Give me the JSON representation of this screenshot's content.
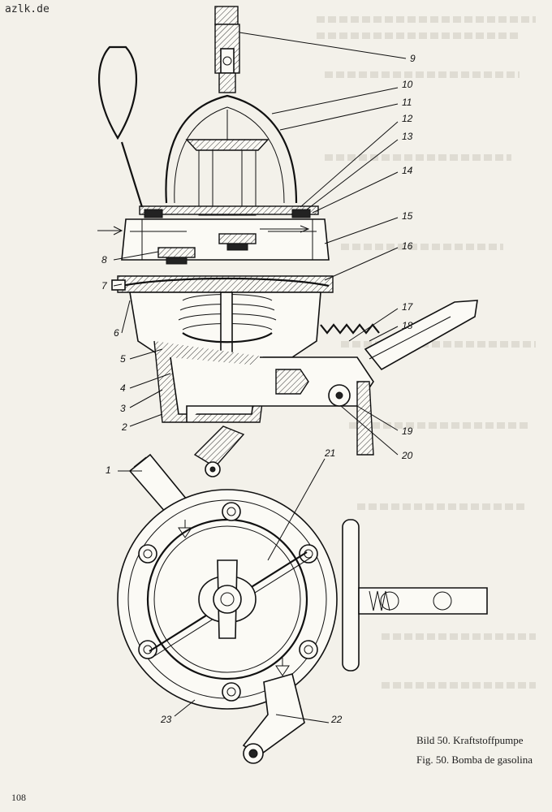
{
  "watermark": "azlk.de",
  "captions": {
    "de": "Bild 50. Kraftstoffpumpe",
    "es": "Fig. 50. Bomba de gasolina"
  },
  "page_number": "108",
  "labels": {
    "n9": "9",
    "n10": "10",
    "n11": "11",
    "n12": "12",
    "n13": "13",
    "n14": "14",
    "n15": "15",
    "n16": "16",
    "n17": "17",
    "n18": "18",
    "n19": "19",
    "n20": "20",
    "n21": "21",
    "n22": "22",
    "n23": "23",
    "n1": "1",
    "n2": "2",
    "n3": "3",
    "n4": "4",
    "n5": "5",
    "n6": "6",
    "n7": "7",
    "n8": "8"
  }
}
